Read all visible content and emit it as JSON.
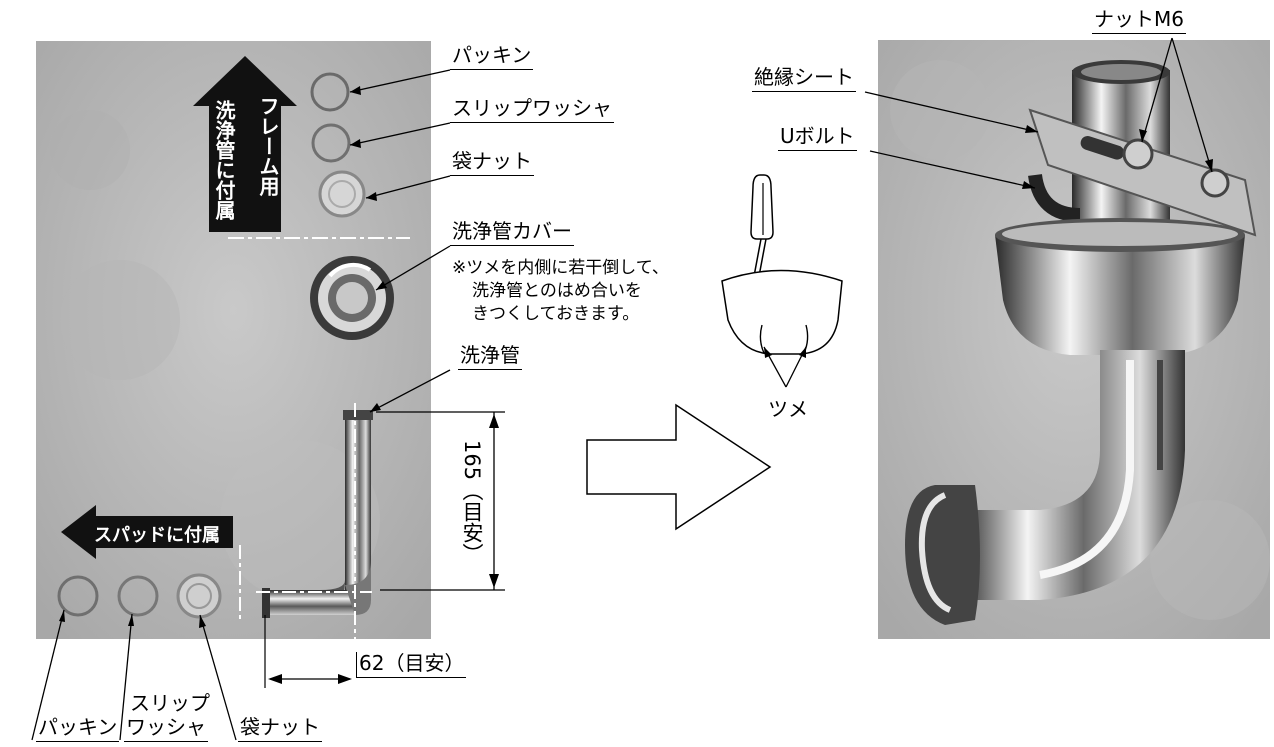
{
  "left_photo": {
    "up_arrow_text_col1": "フレーム用",
    "up_arrow_text_col2": "洗浄管に付属",
    "left_arrow_text": "スパッドに付属"
  },
  "labels": {
    "packing_top": "パッキン",
    "slip_washer_top": "スリップワッシャ",
    "bag_nut_top": "袋ナット",
    "cover": "洗浄管カバー",
    "note_line1": "※ツメを内側に若干倒して、",
    "note_line2": "洗浄管とのはめ合いを",
    "note_line3": "きつくしておきます。",
    "pipe": "洗浄管",
    "dim_vertical": "165（目安）",
    "dim_horizontal": "62（目安）",
    "packing_bottom": "パッキン",
    "slip_bottom_line1": "スリップ",
    "slip_bottom_line2": "ワッシャ",
    "bag_nut_bottom": "袋ナット",
    "tsume": "ツメ",
    "nut_m6": "ナットM6",
    "insulation_sheet": "絶縁シート",
    "u_bolt": "Uボルト"
  }
}
